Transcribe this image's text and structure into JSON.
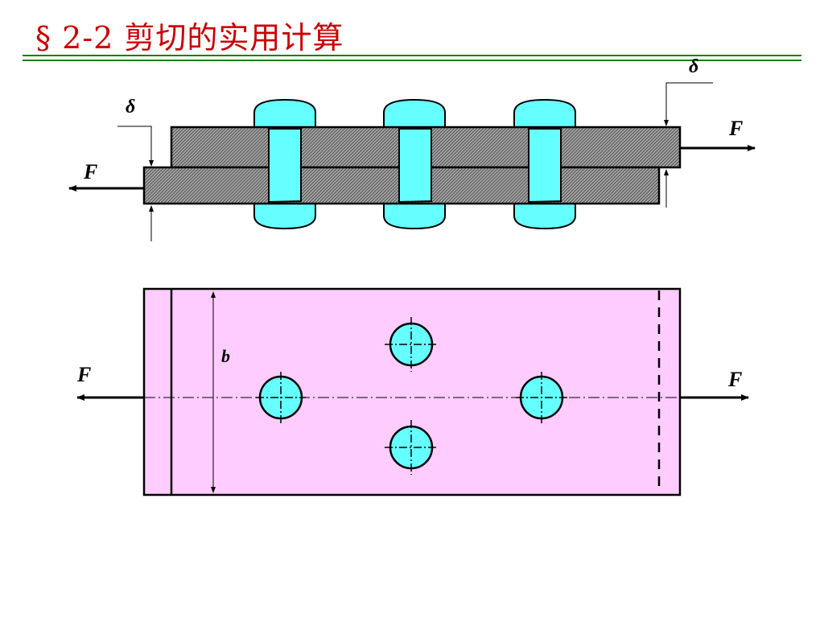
{
  "title": "§ 2-2 剪切的实用计算",
  "colors": {
    "title": "#cc0000",
    "rule": "#1e7b1e",
    "rivet": "#66ffff",
    "plate_top_view": "#ffccff",
    "hatch": "#555555"
  },
  "labels": {
    "delta_left": "δ",
    "delta_right": "δ",
    "force_left_side": "F",
    "force_right_side": "F",
    "force_left_top": "F",
    "force_right_top": "F",
    "width": "b"
  },
  "icons": {
    "arrow": "arrow-icon",
    "rivet": "rivet-icon"
  }
}
